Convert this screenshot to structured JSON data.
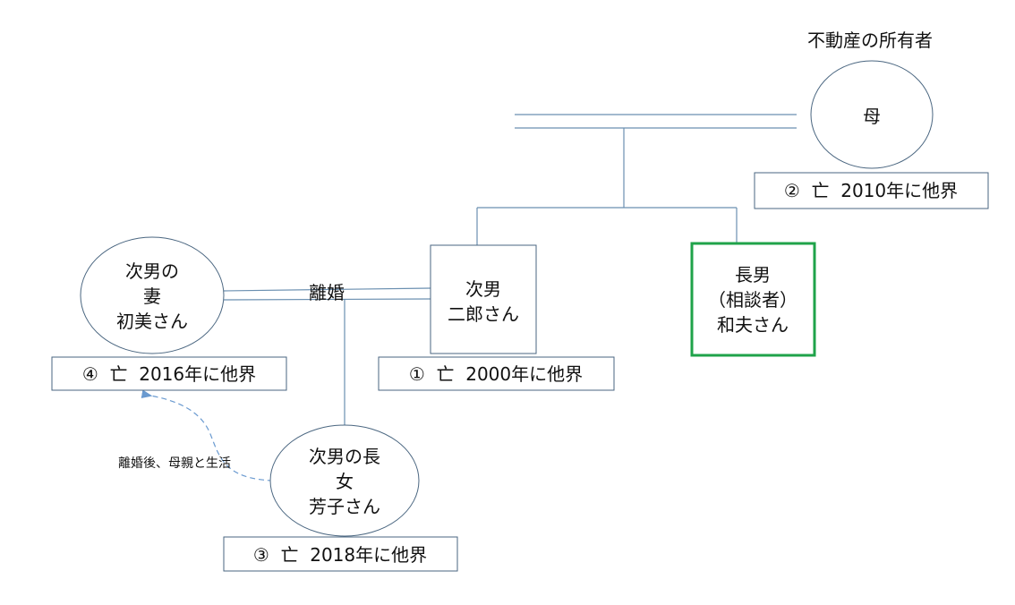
{
  "title": "不動産の所有者",
  "colors": {
    "line": "#6a8fb0",
    "border": "#4a6680",
    "highlight": "#1fa34a"
  },
  "persons": {
    "mother": {
      "lines": [
        "母"
      ],
      "status": "②  亡  2010年に他界"
    },
    "jiro": {
      "lines": [
        "次男",
        "二郎さん"
      ],
      "status": "①  亡  2000年に他界"
    },
    "kazuo": {
      "lines": [
        "長男",
        "（相談者）",
        "和夫さん"
      ]
    },
    "wife": {
      "lines": [
        "次男の",
        "妻",
        "初美さん"
      ],
      "status": "④  亡  2016年に他界"
    },
    "daughter": {
      "lines": [
        "次男の長",
        "女",
        "芳子さん"
      ],
      "status": "③  亡  2018年に他界"
    }
  },
  "divorce_label": "離婚",
  "arrow_label": "離婚後、母親と生活"
}
